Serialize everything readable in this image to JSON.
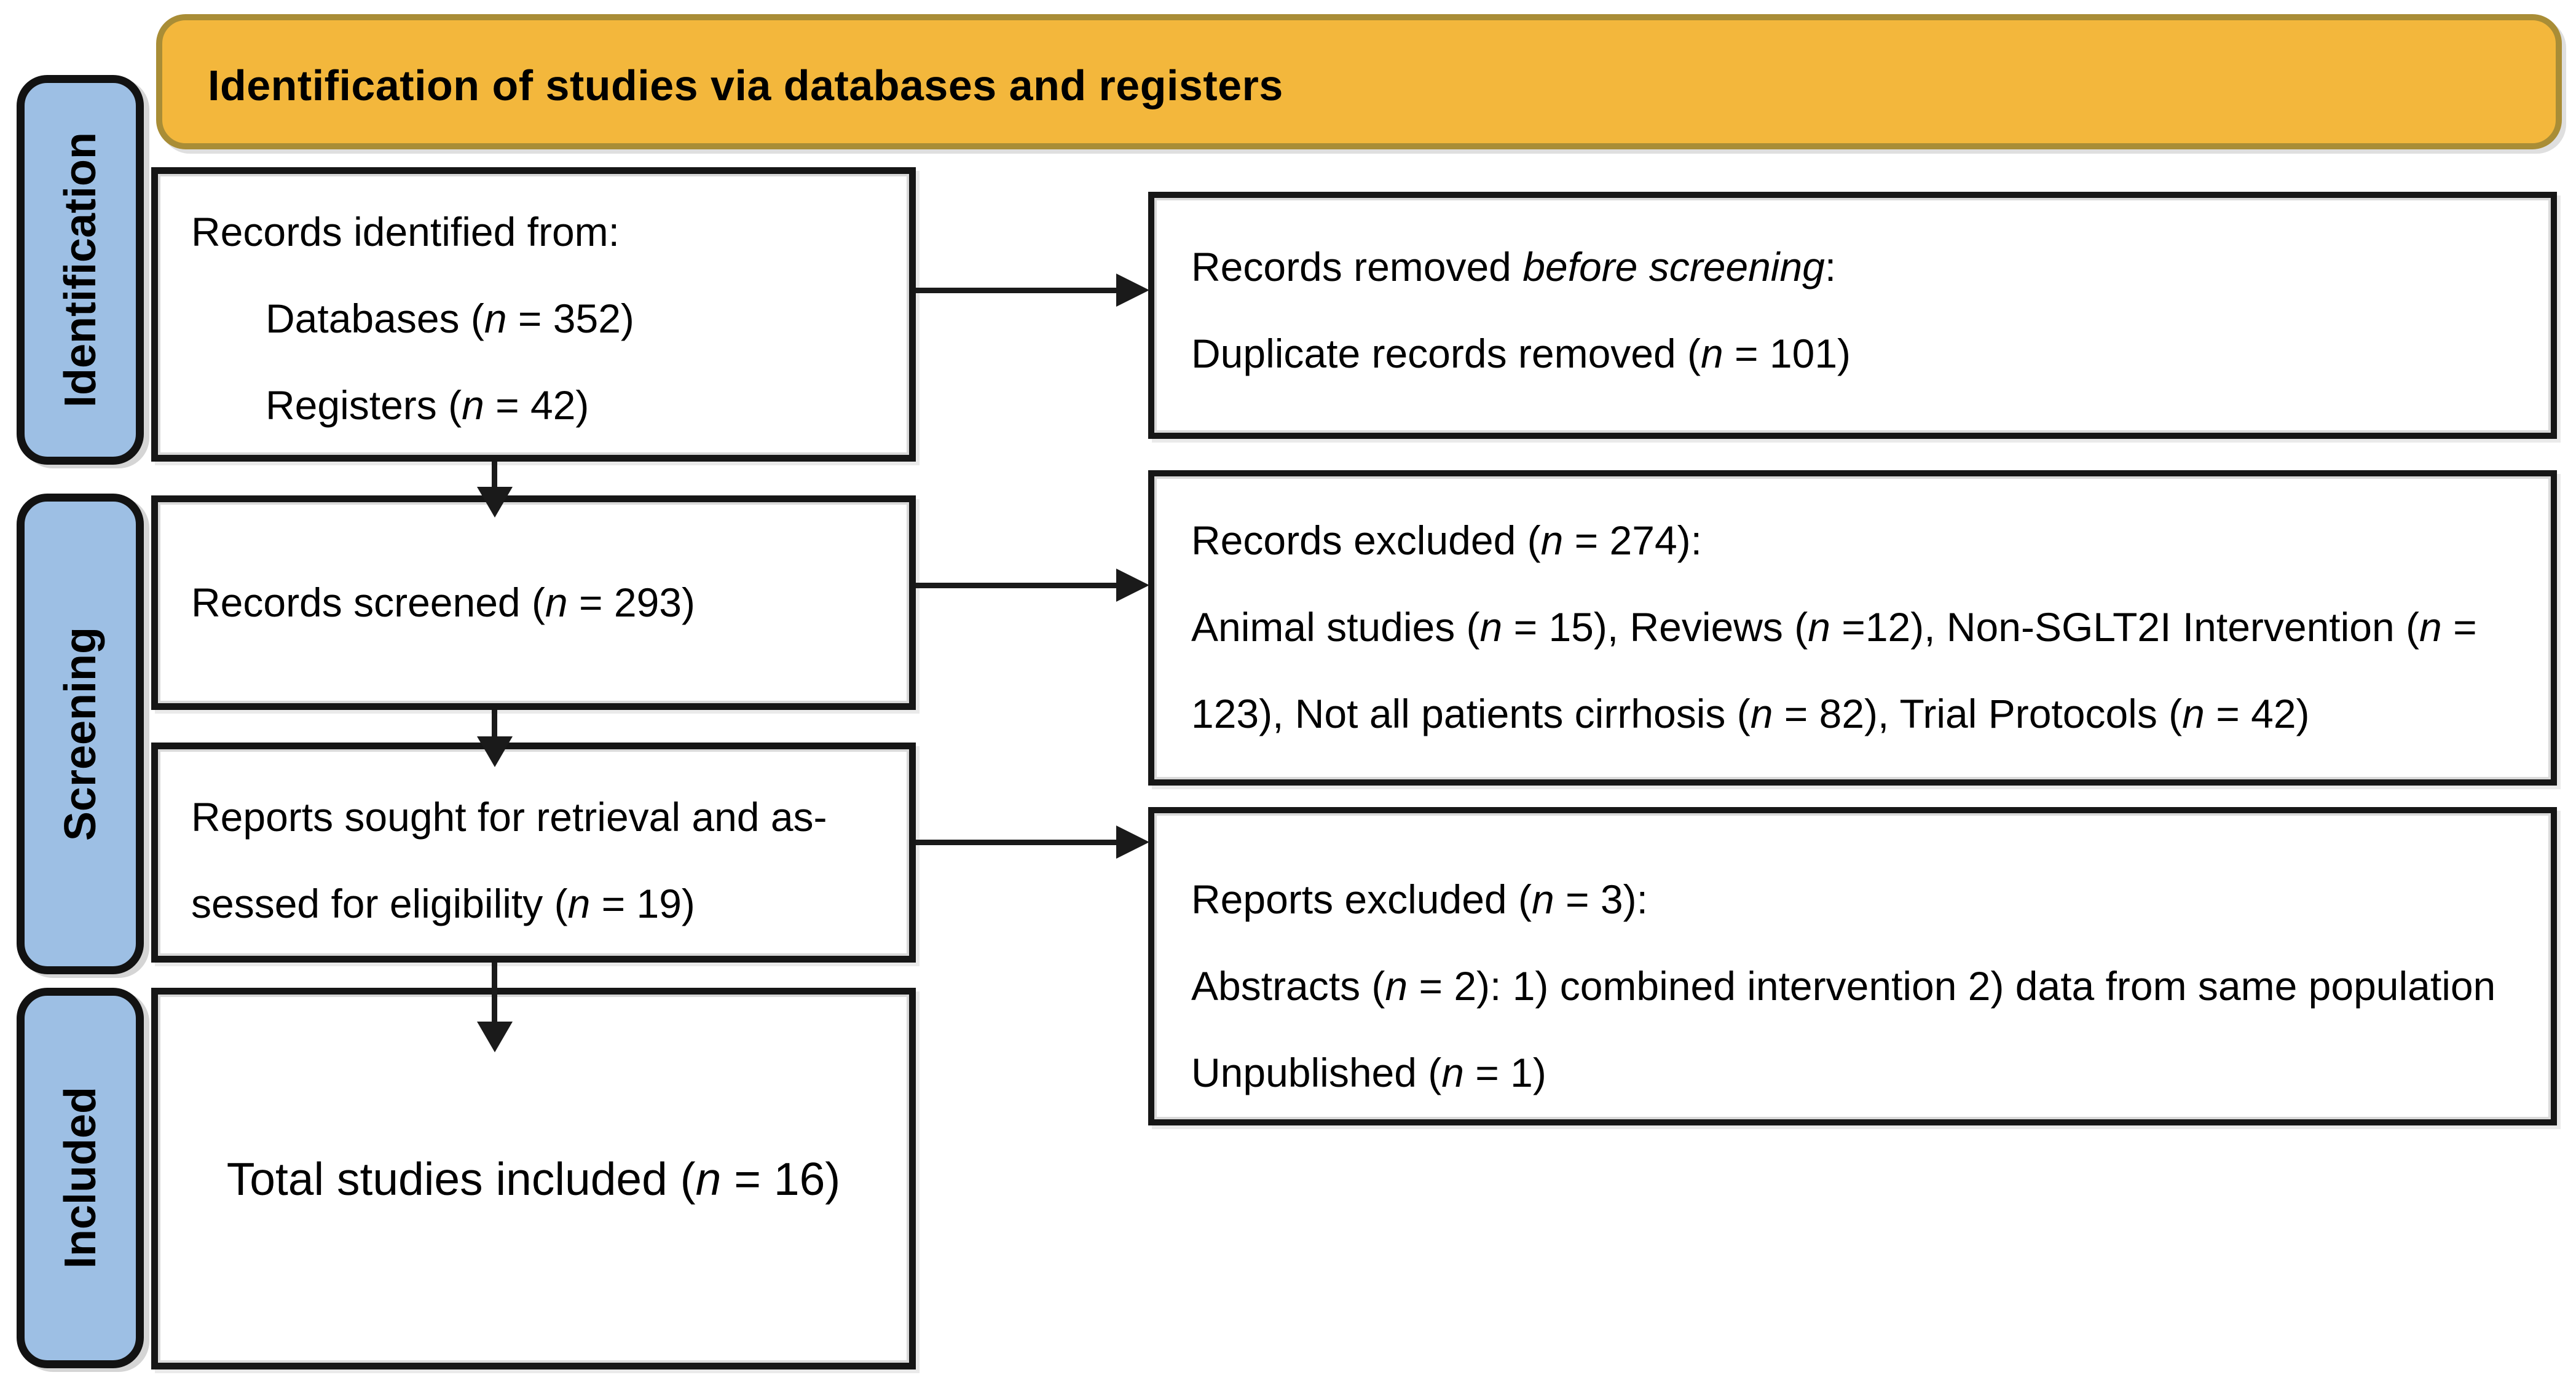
{
  "header": {
    "title": "Identification of studies via databases and registers"
  },
  "stages": [
    {
      "label": "Identification"
    },
    {
      "label": "Screening"
    },
    {
      "label": "Included"
    }
  ],
  "left_column": {
    "identified": {
      "lines": [
        "Records identified from:",
        "Databases (<i>n</i> = 352)",
        "Registers (<i>n</i> = 42)"
      ]
    },
    "screened": {
      "lines": [
        "Records screened (<i>n</i> = 293)"
      ]
    },
    "sought": {
      "lines": [
        "Reports sought for retrieval and as-",
        "sessed for eligibility (<i>n</i> = 19)"
      ]
    },
    "included_total": {
      "lines": [
        "Total studies included (<i>n</i> = 16)"
      ]
    }
  },
  "right_column": {
    "removed_before_screening": {
      "lines": [
        "Records removed <i>before screening</i>:",
        "Duplicate records removed (<i>n</i> = 101)"
      ]
    },
    "records_excluded": {
      "lines": [
        "Records excluded (<i>n</i> = 274):",
        "Animal studies (<i>n</i> = 15), Reviews (<i>n</i> =12), Non-SGLT2I Intervention (<i>n</i> =",
        "123), Not all patients cirrhosis (<i>n</i> = 82), Trial Protocols (<i>n</i> = 42)"
      ]
    },
    "reports_excluded": {
      "lines": [
        "Reports excluded (<i>n</i> = 3):",
        "Abstracts (<i>n</i> = 2): 1) combined intervention 2) data from same population",
        "Unpublished (<i>n</i> = 1)"
      ]
    }
  },
  "colors": {
    "banner_fill": "#F3B73C",
    "banner_border": "#A98D36",
    "stage_fill": "#9DBFE4",
    "stage_border": "#121212",
    "box_border": "#161616",
    "arrow": "#1A1A1A",
    "text": "#000000",
    "background": "#FFFFFF"
  }
}
